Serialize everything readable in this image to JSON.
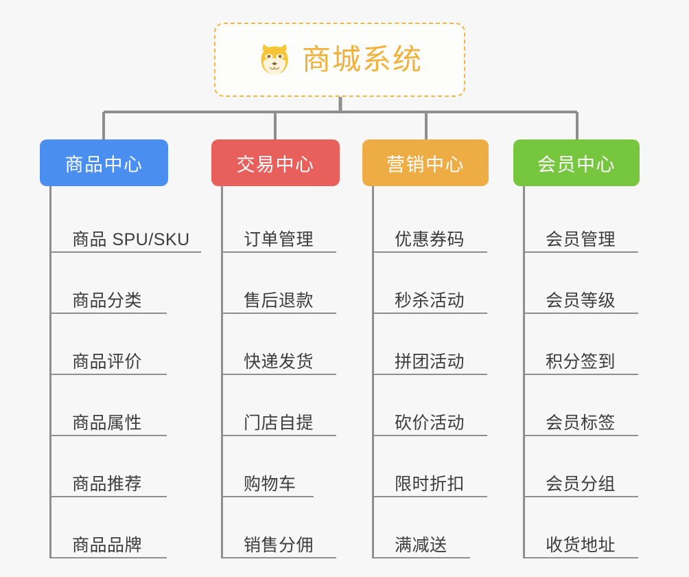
{
  "diagram": {
    "background_color": "#f7f7f7",
    "root": {
      "title": "商城系统",
      "icon": "shiba-dog-emoji",
      "border_color": "#f0b840",
      "text_color": "#f0b23c"
    },
    "connector_color": "#8e8e8e",
    "branches": [
      {
        "id": "product-center",
        "label": "商品中心",
        "color": "#4a8ef0",
        "items": [
          "商品 SPU/SKU",
          "商品分类",
          "商品评价",
          "商品属性",
          "商品推荐",
          "商品品牌"
        ]
      },
      {
        "id": "trade-center",
        "label": "交易中心",
        "color": "#e8605c",
        "items": [
          "订单管理",
          "售后退款",
          "快递发货",
          "门店自提",
          "购物车",
          "销售分佣"
        ]
      },
      {
        "id": "marketing-center",
        "label": "营销中心",
        "color": "#eead44",
        "items": [
          "优惠券码",
          "秒杀活动",
          "拼团活动",
          "砍价活动",
          "限时折扣",
          "满减送"
        ]
      },
      {
        "id": "member-center",
        "label": "会员中心",
        "color": "#76c63f",
        "items": [
          "会员管理",
          "会员等级",
          "积分签到",
          "会员标签",
          "会员分组",
          "收货地址"
        ]
      }
    ]
  }
}
